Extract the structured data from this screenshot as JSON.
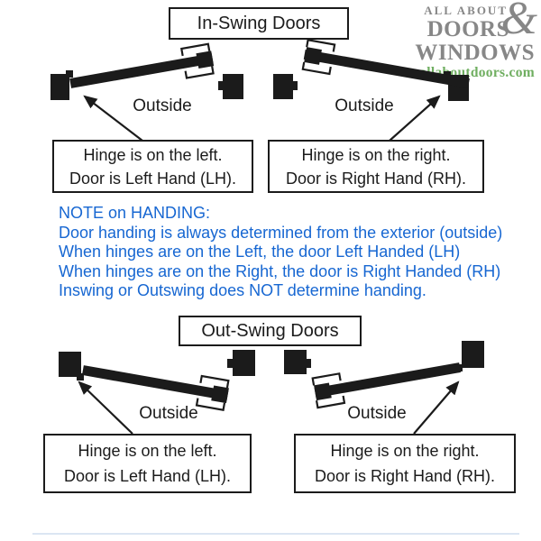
{
  "colors": {
    "note_text": "#1767d2",
    "logo_gray": "#878787",
    "logo_green": "#6fae60",
    "diagram_ink": "#1b1b1b"
  },
  "logo": {
    "top_line": "ALL ABOUT",
    "doors": "DOORS",
    "ampersand": "&",
    "windows": "WINDOWS",
    "website": "allaboutdoors.com"
  },
  "sections": {
    "in_swing": {
      "title": "In-Swing Doors",
      "left_outside": "Outside",
      "right_outside": "Outside",
      "left_caption": {
        "line1": "Hinge is on the left.",
        "line2": "Door is Left Hand (LH)."
      },
      "right_caption": {
        "line1": "Hinge is on the right.",
        "line2": "Door is Right Hand (RH)."
      }
    },
    "out_swing": {
      "title": "Out-Swing Doors",
      "left_outside": "Outside",
      "right_outside": "Outside",
      "left_caption": {
        "line1": "Hinge is on the left.",
        "line2": "Door is Left Hand (LH)."
      },
      "right_caption": {
        "line1": "Hinge is on the right.",
        "line2": "Door is Right Hand (RH)."
      }
    }
  },
  "note": {
    "lines": [
      "NOTE on HANDING:",
      "Door handing is always determined from the exterior (outside)",
      "When hinges are on the Left, the door Left Handed (LH)",
      "When hinges are on the Right, the door is Right Handed (RH)",
      "Inswing or Outswing does NOT determine handing."
    ]
  }
}
